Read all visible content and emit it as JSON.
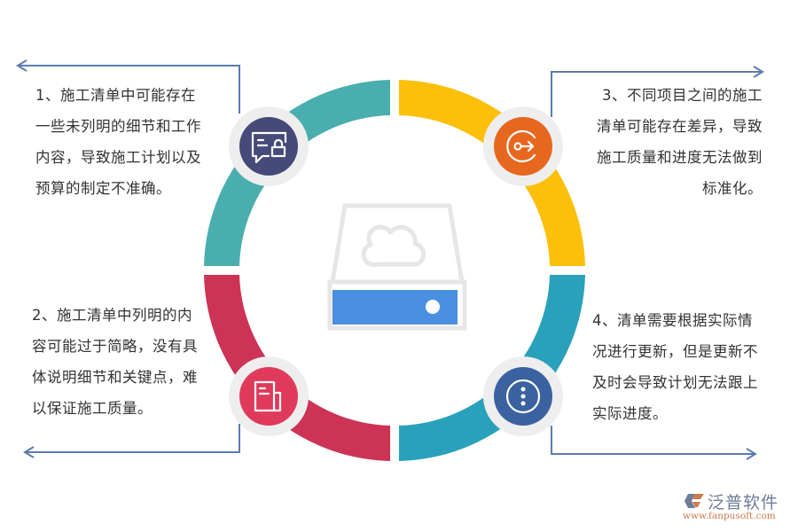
{
  "colors": {
    "segment_top_left": "#4aaeae",
    "segment_top_right": "#fcc00b",
    "segment_bottom_left": "#cc3355",
    "segment_bottom_right": "#2aa1bb",
    "icon_top_left": "#464a78",
    "icon_top_right": "#e8671f",
    "icon_bottom_left": "#e03a5a",
    "icon_bottom_right": "#3b62a0",
    "icon_halo": "#eeeeee",
    "connector_line": "#5b7bb0",
    "text": "#333333",
    "center_drive_outline": "#e6e6e6",
    "center_drive_panel": "#4a8fdf"
  },
  "items": [
    {
      "id": 1,
      "icon": "chat-lock-icon",
      "lines": [
        "1、施工清单中可能存在",
        "一些未列明的细节和工作",
        "内容，导致施工计划以及",
        "预算的制定不准确。"
      ]
    },
    {
      "id": 2,
      "icon": "document-icon",
      "lines": [
        "2、施工清单中列明的内",
        "容可能过于简略，没有具",
        "体说明细节和关键点，难",
        "以保证施工质量。"
      ]
    },
    {
      "id": 3,
      "icon": "key-exit-icon",
      "lines": [
        "3、不同项目之间的施工",
        "清单可能存在差异，导致",
        "施工质量和进度无法做到",
        "标准化。"
      ]
    },
    {
      "id": 4,
      "icon": "more-options-icon",
      "lines": [
        "4、清单需要根据实际情",
        "况进行更新，但是更新不",
        "及时会导致计划无法跟上",
        "实际进度。"
      ]
    }
  ],
  "center": {
    "icon": "cloud-drive-icon"
  },
  "logo": {
    "name": "泛普软件",
    "url": "www.fanpusoft.com"
  }
}
